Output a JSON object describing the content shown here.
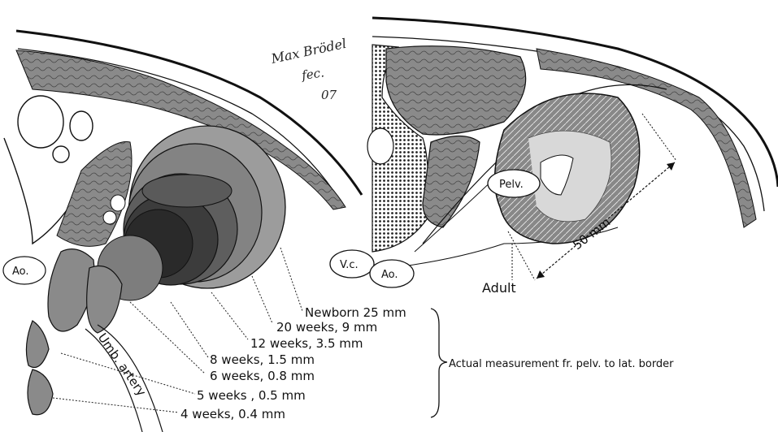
{
  "signature": {
    "line1": "Max Brödel",
    "line2": "fec.",
    "line3": "07"
  },
  "left_labels": {
    "aorta": "Ao.",
    "umb_artery": "Umb. artery",
    "stages": [
      {
        "age": "Newborn",
        "measure": "25 mm"
      },
      {
        "age": "20 weeks",
        "measure": "9 mm"
      },
      {
        "age": "12 weeks",
        "measure": "3.5 mm"
      },
      {
        "age": "8 weeks",
        "measure": "1.5 mm"
      },
      {
        "age": "6 weeks",
        "measure": "0.8 mm"
      },
      {
        "age": "5 weeks",
        "measure": "0.5 mm"
      },
      {
        "age": "4 weeks",
        "measure": "0.4 mm"
      }
    ]
  },
  "right_labels": {
    "pelvis": "Pelv.",
    "vena_cava": "V.c.",
    "aorta": "Ao.",
    "adult": "Adult",
    "measure": "50 mm"
  },
  "caption": "Actual measurement fr. pelv. to lat. border",
  "colors": {
    "ink": "#111111",
    "tissue_light": "#9a9a9a",
    "tissue_mid": "#6e6e6e",
    "tissue_dark": "#2e2e2e",
    "paper": "#ffffff"
  }
}
